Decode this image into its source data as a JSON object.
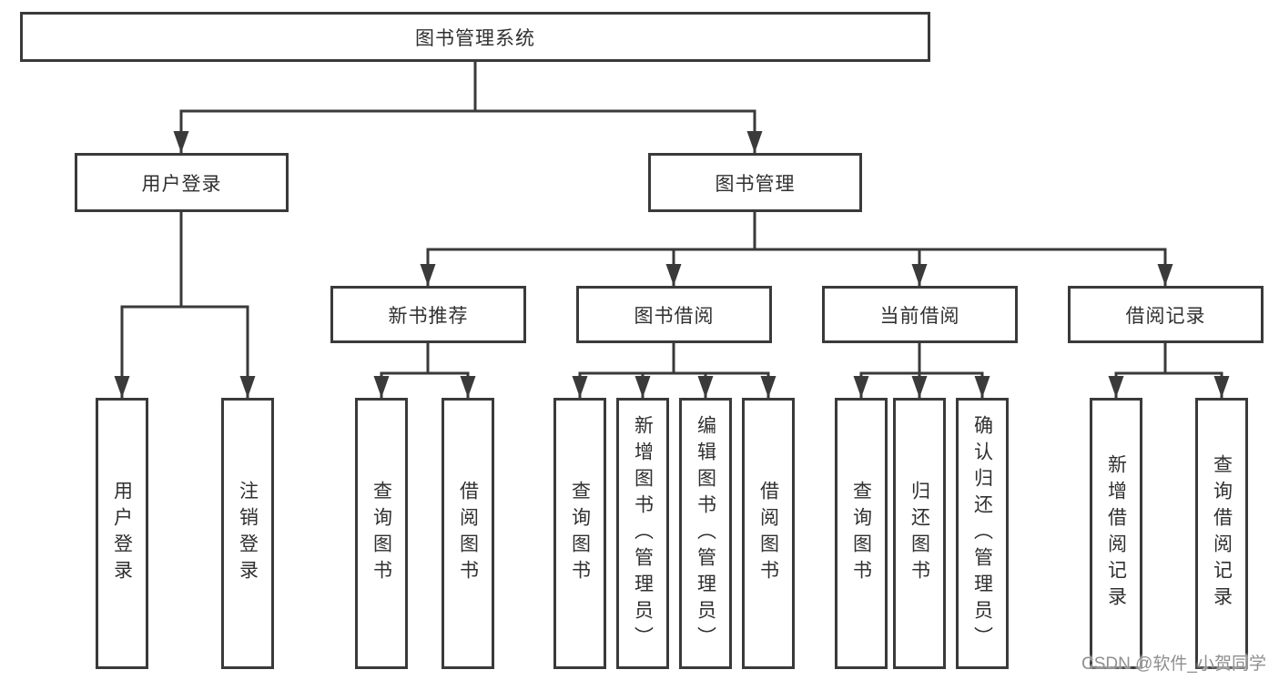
{
  "diagram": {
    "title": "图书管理系统",
    "tree": {
      "label": "图书管理系统",
      "children": [
        {
          "label": "用户登录",
          "children": [
            {
              "label": "用户登录"
            },
            {
              "label": "注销登录"
            }
          ]
        },
        {
          "label": "图书管理",
          "children": [
            {
              "label": "新书推荐",
              "children": [
                {
                  "label": "查询图书"
                },
                {
                  "label": "借阅图书"
                }
              ]
            },
            {
              "label": "图书借阅",
              "children": [
                {
                  "label": "查询图书"
                },
                {
                  "label": "新增图书（管理员）"
                },
                {
                  "label": "编辑图书（管理员）"
                },
                {
                  "label": "借阅图书"
                }
              ]
            },
            {
              "label": "当前借阅",
              "children": [
                {
                  "label": "查询图书"
                },
                {
                  "label": "归还图书"
                },
                {
                  "label": "确认归还（管理员）"
                }
              ]
            },
            {
              "label": "借阅记录",
              "children": [
                {
                  "label": "新增借阅记录"
                },
                {
                  "label": "查询借阅记录"
                }
              ]
            }
          ]
        }
      ]
    },
    "colors": {
      "background": "#ffffff",
      "line": "#3a3a3a",
      "box_border": "#3a3a3a",
      "text": "#303030",
      "watermark_text": "#8f8f8f"
    }
  },
  "watermark": {
    "text": "CSDN @软件_小贺同学"
  }
}
